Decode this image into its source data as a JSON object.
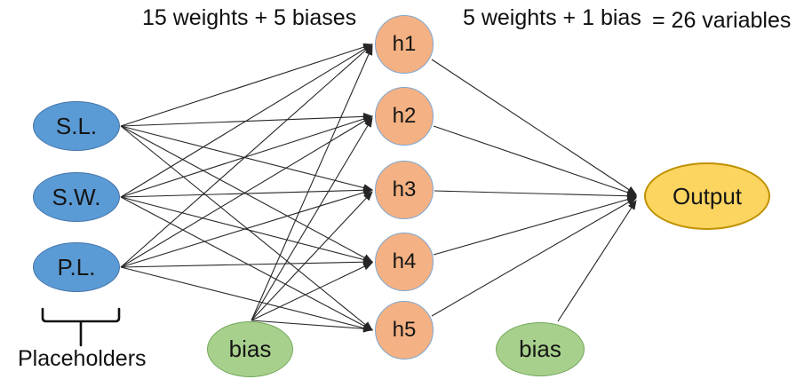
{
  "diagram": {
    "annotations": {
      "hidden_layer_params": "15 weights + 5 biases",
      "output_layer_params": "5 weights + 1 bias",
      "total_variables": "= 26 variables"
    },
    "group_label": "Placeholders",
    "nodes": {
      "inputs": [
        {
          "label": "S.L."
        },
        {
          "label": "S.W."
        },
        {
          "label": "P.L."
        }
      ],
      "hidden": [
        {
          "label": "h1"
        },
        {
          "label": "h2"
        },
        {
          "label": "h3"
        },
        {
          "label": "h4"
        },
        {
          "label": "h5"
        }
      ],
      "bias_hidden": {
        "label": "bias"
      },
      "bias_output": {
        "label": "bias"
      },
      "output": {
        "label": "Output"
      }
    },
    "colors": {
      "input_fill": "#5B9BD5",
      "input_border": "#4472A8",
      "hidden_fill": "#F4B183",
      "hidden_border": "#7FA7D1",
      "bias_fill": "#A8D08D",
      "bias_border": "#74A85C",
      "output_fill": "#FBD560",
      "output_border": "#BF9000",
      "edge": "#262626"
    }
  }
}
